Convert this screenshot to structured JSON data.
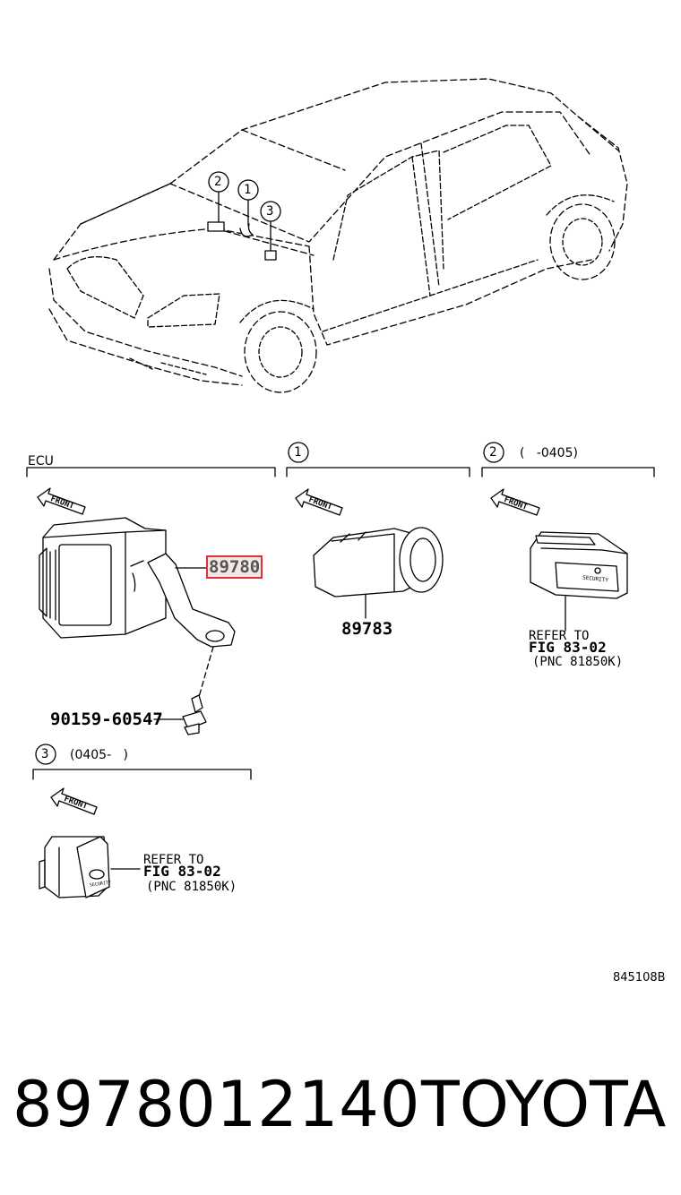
{
  "callouts": [
    "1",
    "2",
    "3"
  ],
  "sections": {
    "ecu": {
      "header": "ECU",
      "front": "FRONT",
      "part_main": "89780",
      "part_bolt": "90159-60547"
    },
    "s1": {
      "index": "1",
      "front": "FRONT",
      "part": "89783"
    },
    "s2": {
      "index": "2",
      "range": "(   -0405)",
      "front": "FRONT",
      "switch_text": "SECURITY",
      "refer_line1": "REFER TO",
      "refer_fig": "FIG 83-02",
      "refer_pnc": "(PNC 81850K)"
    },
    "s3": {
      "index": "3",
      "range": "(0405-   )",
      "front": "FRONT",
      "switch_text": "SECURITY",
      "refer_line1": "REFER TO",
      "refer_fig": "FIG 83-02",
      "refer_pnc": "(PNC 81850K)"
    }
  },
  "drawing_number": "845108B",
  "footer": {
    "part_number": "8978012140",
    "brand": "TOYOTA"
  }
}
